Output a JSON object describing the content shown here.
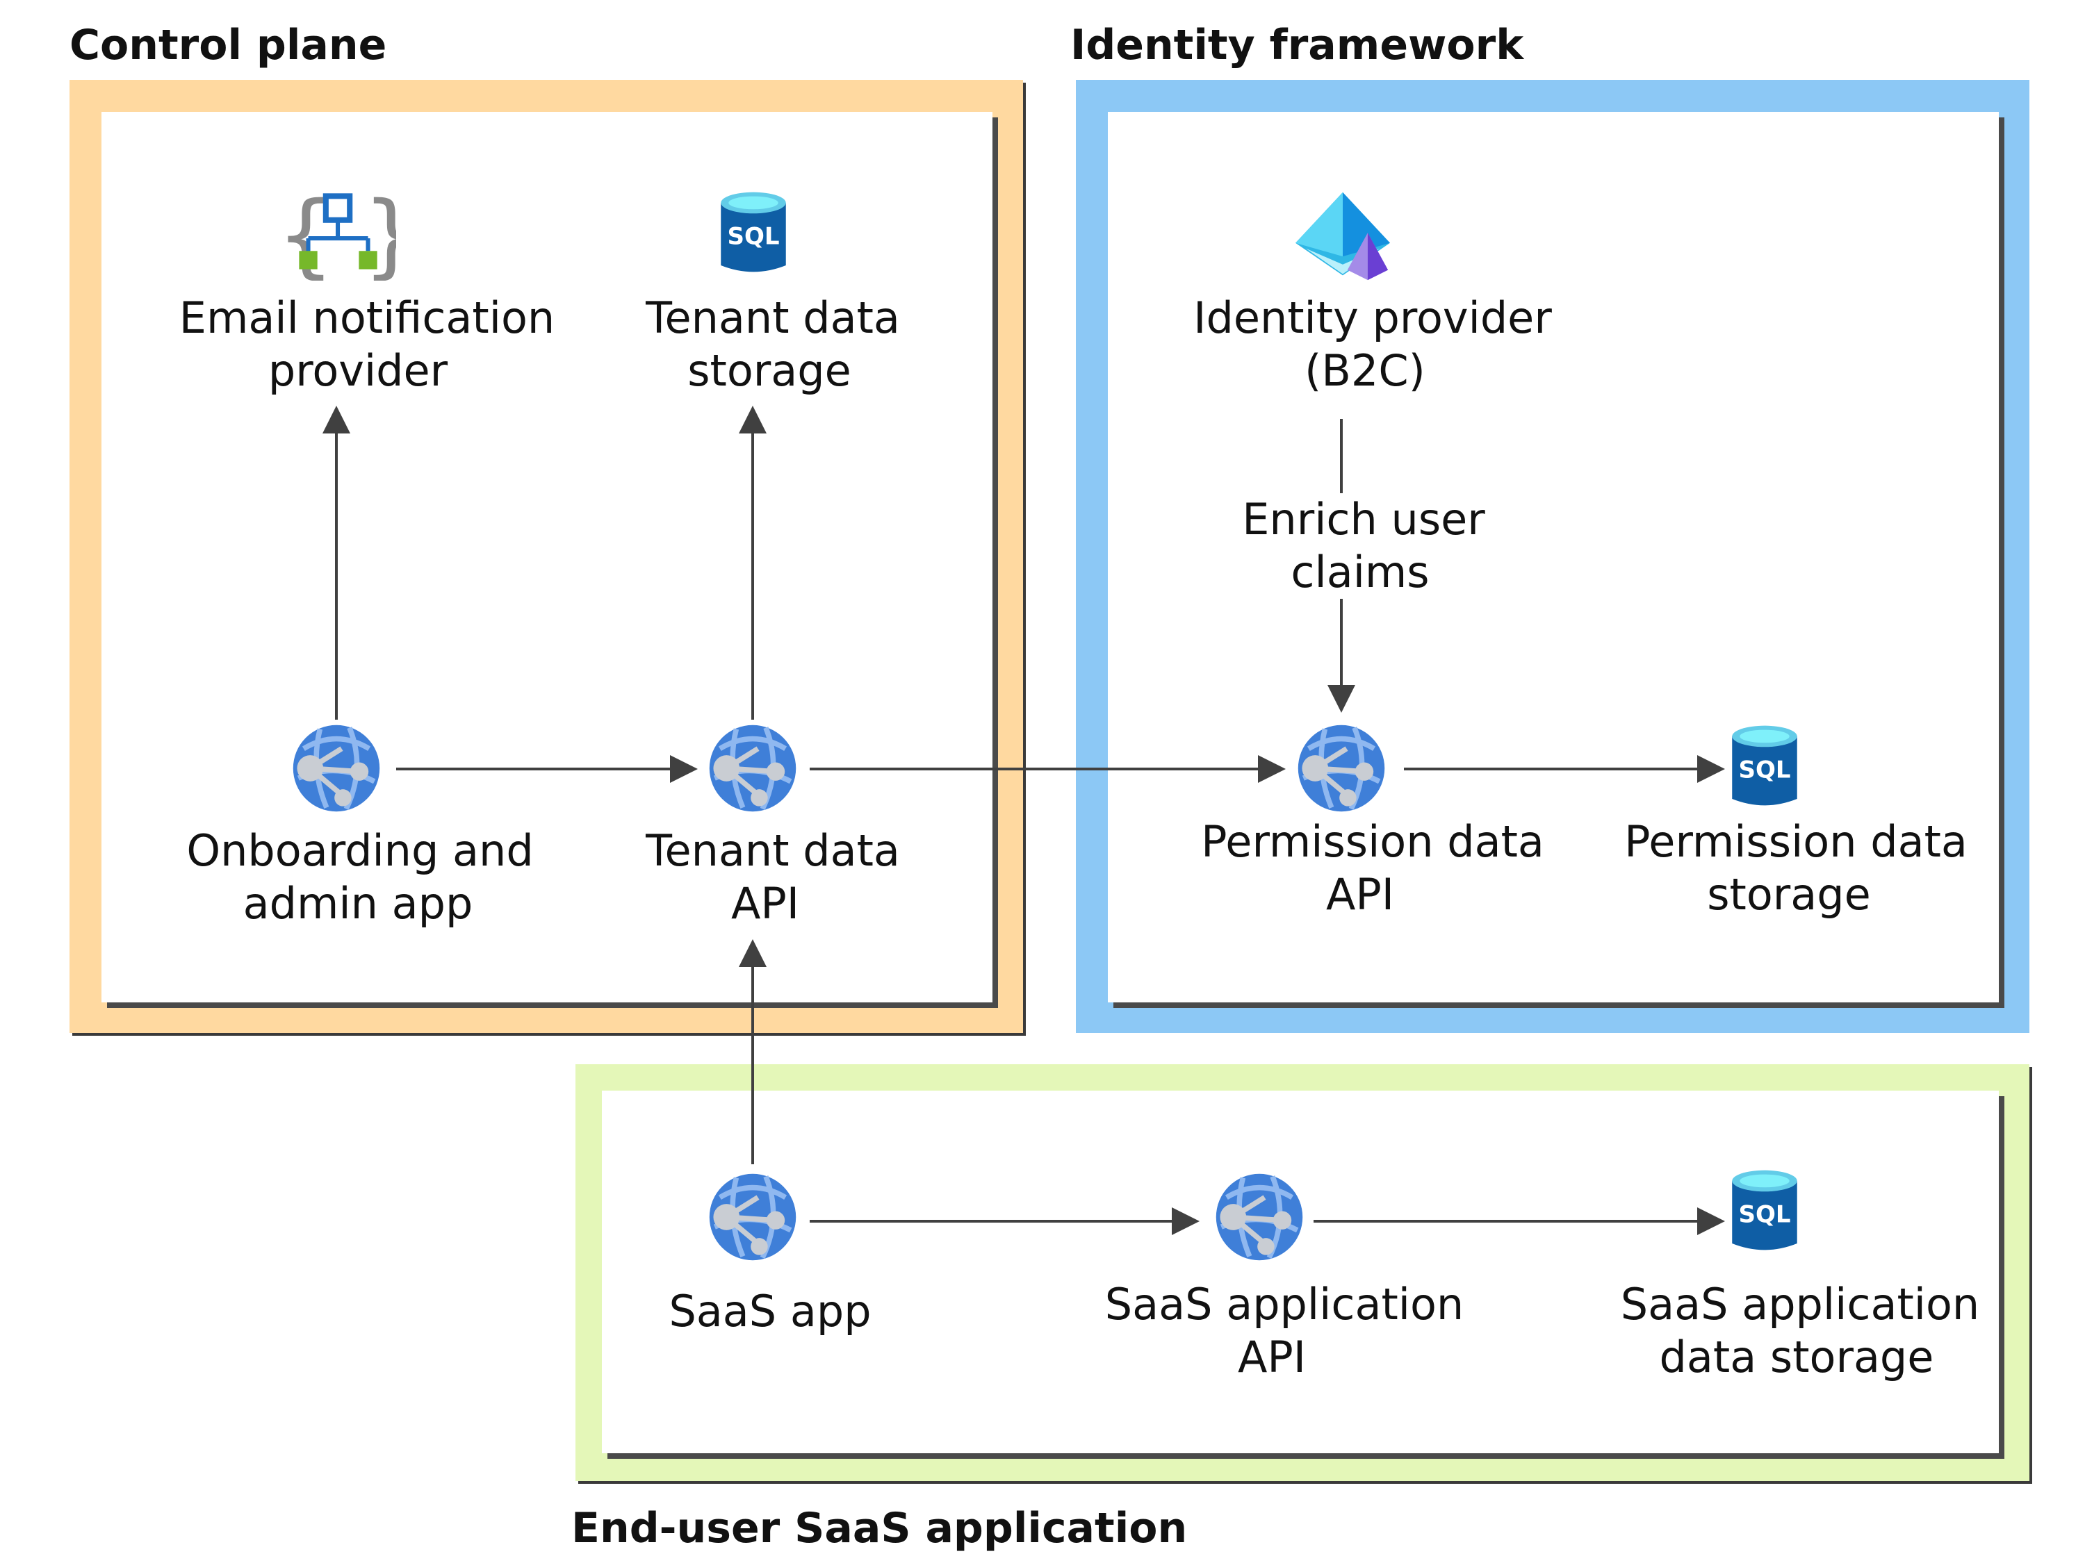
{
  "groups": {
    "control_plane": {
      "title": "Control plane",
      "border_color": "#FFD9A0"
    },
    "identity_framework": {
      "title": "Identity framework",
      "border_color": "#8CC8F5"
    },
    "end_user_saas": {
      "title": "End-user SaaS application",
      "border_color": "#E4F7B8"
    }
  },
  "nodes": {
    "email_notification_provider": {
      "line1": "Email notification",
      "line2": "provider",
      "icon": "logic-app-icon"
    },
    "tenant_data_storage": {
      "line1": "Tenant data",
      "line2": "storage",
      "icon": "sql-database-icon"
    },
    "onboarding_admin_app": {
      "line1": "Onboarding and",
      "line2": "admin app",
      "icon": "web-app-icon"
    },
    "tenant_data_api": {
      "line1": "Tenant data",
      "line2": "API",
      "icon": "web-app-icon"
    },
    "identity_provider": {
      "line1": "Identity provider",
      "line2": "(B2C)",
      "icon": "azure-ad-b2c-icon"
    },
    "permission_data_api": {
      "line1": "Permission data",
      "line2": "API",
      "icon": "web-app-icon"
    },
    "permission_data_storage": {
      "line1": "Permission data",
      "line2": "storage",
      "icon": "sql-database-icon"
    },
    "saas_app": {
      "line1": "SaaS app",
      "icon": "web-app-icon"
    },
    "saas_application_api": {
      "line1": "SaaS application",
      "line2": "API",
      "icon": "web-app-icon"
    },
    "saas_application_data_storage": {
      "line1": "SaaS application",
      "line2": "data storage",
      "icon": "sql-database-icon"
    }
  },
  "sql_text": "SQL",
  "edges": [
    {
      "from": "onboarding_admin_app",
      "to": "email_notification_provider"
    },
    {
      "from": "tenant_data_api",
      "to": "tenant_data_storage"
    },
    {
      "from": "onboarding_admin_app",
      "to": "tenant_data_api"
    },
    {
      "from": "tenant_data_api",
      "to": "permission_data_api"
    },
    {
      "from": "identity_provider",
      "to": "permission_data_api",
      "label_line1": "Enrich user",
      "label_line2": "claims"
    },
    {
      "from": "permission_data_api",
      "to": "permission_data_storage"
    },
    {
      "from": "saas_app",
      "to": "tenant_data_api"
    },
    {
      "from": "saas_app",
      "to": "saas_application_api"
    },
    {
      "from": "saas_application_api",
      "to": "saas_application_data_storage"
    }
  ],
  "colors": {
    "arrow": "#404040",
    "web_app_blue": "#3F7FD8",
    "sql_blue": "#0F5EA5",
    "sql_top": "#5FE3F5",
    "frame_shadow": "#3a3a3a"
  }
}
